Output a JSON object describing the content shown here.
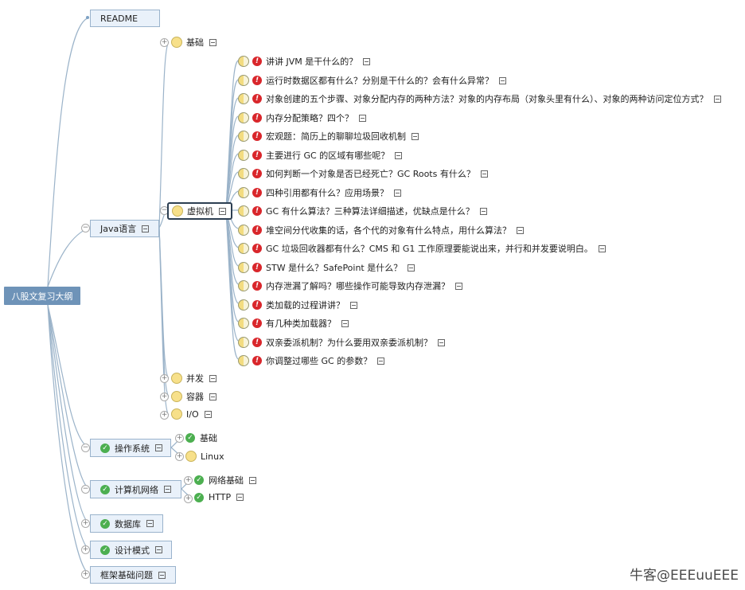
{
  "root": {
    "label": "八股文复习大纲"
  },
  "readme": {
    "label": "README"
  },
  "java": {
    "label": "Java语言",
    "children": {
      "basics": "基础",
      "jvm": "虚拟机",
      "concurrency": "并发",
      "containers": "容器",
      "io": "I/O"
    }
  },
  "jvm_items": [
    "讲讲 JVM 是干什么的？",
    "运行时数据区都有什么？分别是干什么的？会有什么异常？",
    "对象创建的五个步骤、对象分配内存的两种方法？对象的内存布局（对象头里有什么）、对象的两种访问定位方式？",
    "内存分配策略？四个？",
    "宏观题：简历上的聊聊垃圾回收机制",
    "主要进行 GC 的区域有哪些呢？",
    "如何判断一个对象是否已经死亡？GC Roots 有什么？",
    "四种引用都有什么？应用场景？",
    "GC 有什么算法？三种算法详细描述，优缺点是什么？",
    "堆空间分代收集的话，各个代的对象有什么特点，用什么算法？",
    "GC 垃圾回收器都有什么？CMS 和 G1 工作原理要能说出来，并行和并发要说明白。",
    "STW 是什么？SafePoint 是什么？",
    "内存泄漏了解吗？哪些操作可能导致内存泄漏？",
    "类加载的过程讲讲？",
    "有几种类加载器？",
    "双亲委派机制？为什么要用双亲委派机制？",
    "你调整过哪些 GC 的参数？"
  ],
  "os": {
    "label": "操作系统",
    "children": {
      "basics": "基础",
      "linux": "Linux"
    }
  },
  "network": {
    "label": "计算机网络",
    "children": {
      "basics": "网络基础",
      "http": "HTTP"
    }
  },
  "database": {
    "label": "数据库"
  },
  "design_patterns": {
    "label": "设计模式"
  },
  "frameworks": {
    "label": "框架基础问题"
  },
  "watermark": {
    "text": "牛客@EEEuuEEE"
  }
}
